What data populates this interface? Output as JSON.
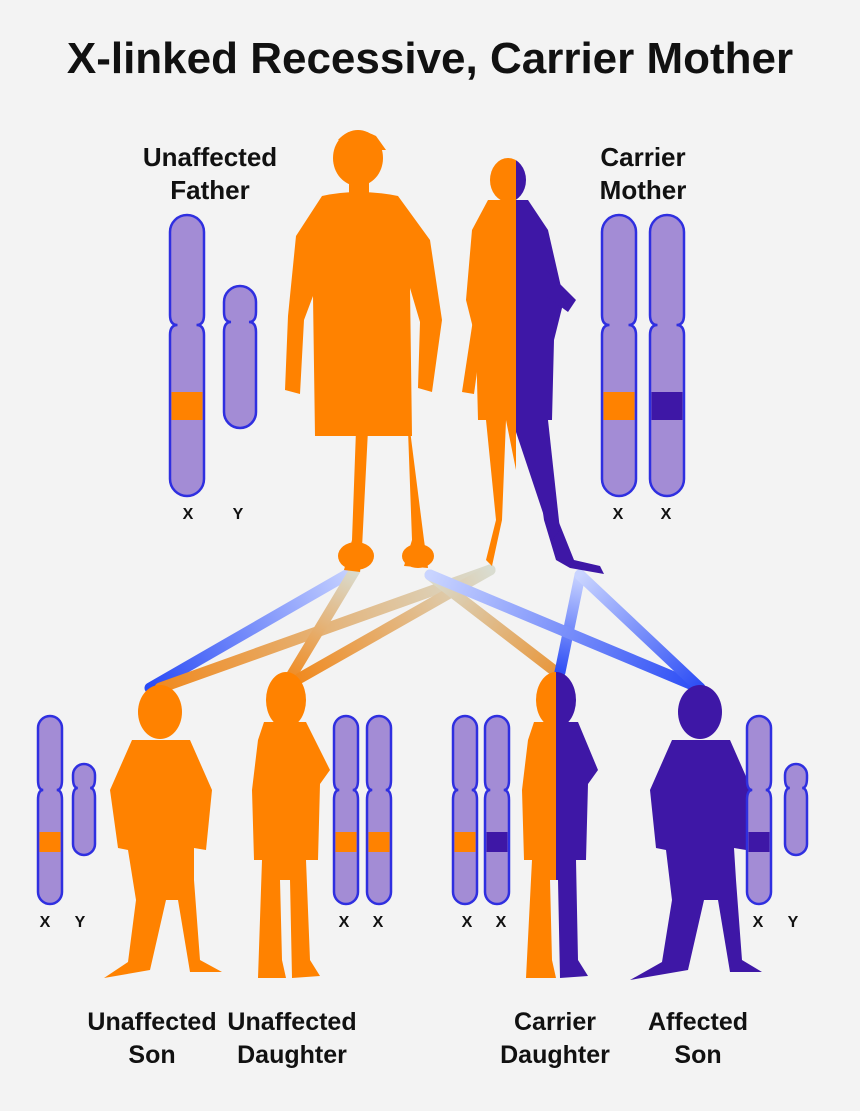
{
  "title": "X-linked Recessive, Carrier Mother",
  "colors": {
    "unaffected": "#ff8200",
    "affected": "#3e17a6",
    "chromosome_fill": "#a38cd5",
    "chromosome_stroke": "#2f2fe0",
    "line_blue": "#2a4bf5",
    "line_orange": "#e8963a",
    "background": "#f3f3f3"
  },
  "parents": {
    "father": {
      "line1": "Unaffected",
      "line2": "Father",
      "chromosomes": [
        "X",
        "Y"
      ]
    },
    "mother": {
      "line1": "Carrier",
      "line2": "Mother",
      "chromosomes": [
        "X",
        "X"
      ]
    }
  },
  "children": [
    {
      "line1": "Unaffected",
      "line2": "Son",
      "chromosomes": [
        "X",
        "Y"
      ]
    },
    {
      "line1": "Unaffected",
      "line2": "Daughter",
      "chromosomes": [
        "X",
        "X"
      ]
    },
    {
      "line1": "Carrier",
      "line2": "Daughter",
      "chromosomes": [
        "X",
        "X"
      ]
    },
    {
      "line1": "Affected",
      "line2": "Son",
      "chromosomes": [
        "X",
        "Y"
      ]
    }
  ]
}
